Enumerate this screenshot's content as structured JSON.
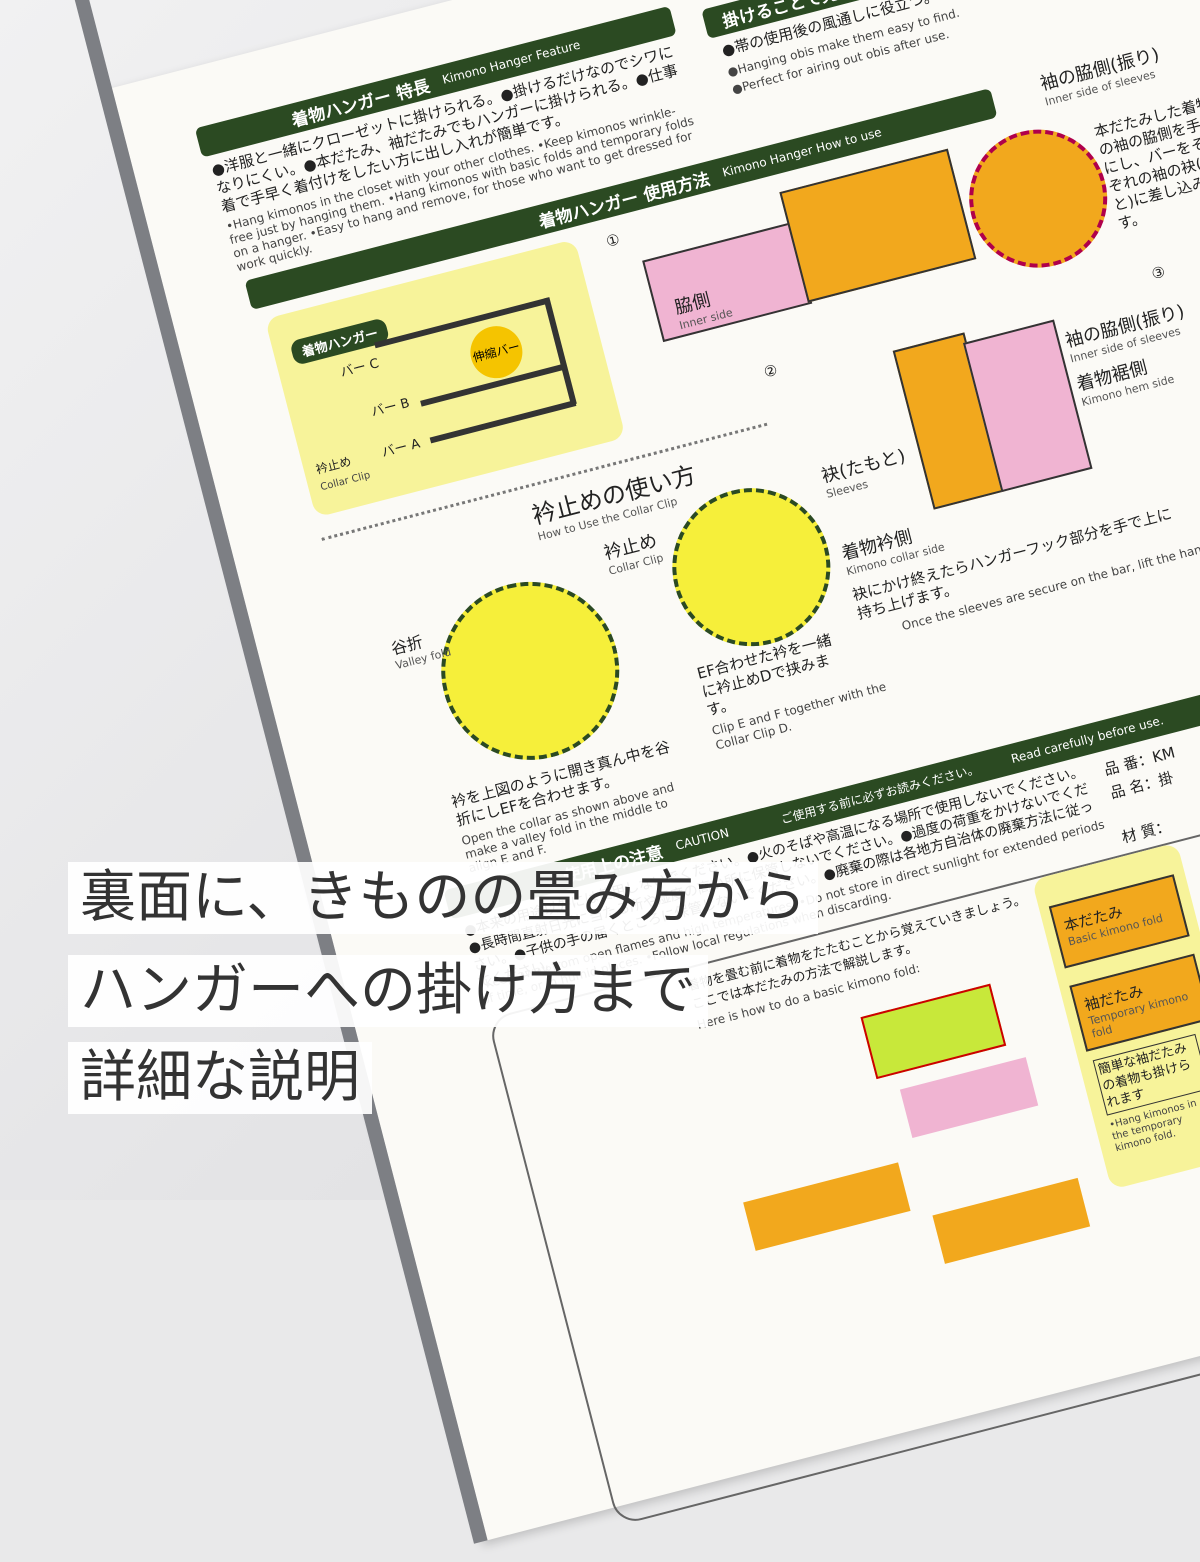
{
  "sheet": {
    "top_right": {
      "bar": "掛けることで見…",
      "lines": [
        "●帯の使用後の風通しに役立つ。",
        "●Hanging obis make them easy to find.",
        "●Perfect for airing out obis after use."
      ]
    },
    "feature": {
      "title": "着物ハンガー 特長",
      "title_en": "Kimono Hanger Feature",
      "text_ja": "●洋服と一緒にクローゼットに掛けられる。●掛けるだけなのでシワになりにくい。●本だたみ、袖だたみでもハンガーに掛けられる。●仕事着で手早く着付けをしたい方に出し入れが簡単です。",
      "text_en": "•Hang kimonos in the closet with your other clothes. •Keep kimonos wrinkle-free just by hanging them. •Hang kimonos with basic folds and temporary folds on a hanger. •Easy to hang and remove, for those who want to get dressed for work quickly."
    },
    "howto": {
      "title": "着物ハンガー 使用方法",
      "title_en": "Kimono Hanger How to use",
      "hanger_box": {
        "title": "着物ハンガー",
        "bar_c": "バー C",
        "bar_b": "バー B",
        "bar_a": "バー A",
        "telescopic": "伸縮バー",
        "collar_clip": "衿止め",
        "collar_clip_en": "Collar Clip"
      },
      "step1": {
        "num": "①",
        "label": "脇側",
        "label_en": "Inner side"
      },
      "step2": {
        "num": "②",
        "sleeve": "袂(たもと)",
        "sleeve_en": "Sleeves",
        "inner": "袖の脇側(振り)",
        "inner_en": "Inner side of sleeves",
        "hem": "着物裾側",
        "hem_en": "Kimono hem side",
        "collar": "着物衿側",
        "collar_en": "Kimono collar side",
        "note": "袂にかけ終えたらハンガーフック部分を手で上に持ち上げます。",
        "note_en": "Once the sleeves are secure on the bar, lift the hanger."
      },
      "step3": {
        "num": "③"
      },
      "right": {
        "title": "袖の脇側(振り)",
        "title_en": "Inner side of sleeves",
        "text": "本だたみした着物の袖の脇側を手前にし、バーをそれぞれの袖の袂(たもと)に差し込みます。"
      }
    },
    "collar": {
      "title": "衿止めの使い方",
      "title_en": "How to Use the Collar Clip",
      "valley": "谷折",
      "valley_en": "Valley fold",
      "clip": "衿止め",
      "clip_en": "Collar Clip",
      "note1": "衿を上図のように開き真ん中を谷折にしEFを合わせます。",
      "note1_en": "Open the collar as shown above and make a valley fold in the middle to align E and F.",
      "note2": "EF合わせた衿を一緒に衿止めDで挟みます。",
      "note2_en": "Clip E and F together with the Collar Clip D."
    },
    "caution": {
      "title": "使用上の注意",
      "title_en": "CAUTION",
      "read": "ご使用する前に必ずお読みください。",
      "read_en": "Read carefully before use.",
      "text": "●本来の用途以外には使用しないでください。●火のそばや高温になる場所で使用しないでください。●長時間直射日光に当たる所や湿度の高い所に保管しないでください。●過度の荷重をかけないでください。●子供の手の届くところに保管しないでください。●廃棄の際は各地方自治体の廃棄方法に従ってください。",
      "text_en": "•Keep away from open flames and high temperatures. •Do not store in direct sunlight for extended periods of time, or in humid places. •Follow local regulations when discarding."
    },
    "product": {
      "no": "品 番：KM",
      "name": "品 名：掛",
      "material": "材 質："
    },
    "fold": {
      "intro": "着物を畳む前に着物をたたむことから覚えていきましょう。ここでは本だたみの方法で解説します。",
      "intro_en": "Here is how to do a basic kimono fold:",
      "basic": "本だたみ",
      "basic_en": "Basic kimono fold",
      "temp": "袖だたみ",
      "temp_en": "Temporary kimono fold",
      "easy": "簡単な袖だたみの着物も掛けられます",
      "easy_en": "•Hang kimonos in the temporary kimono fold."
    }
  },
  "overlay": {
    "line1": "裏面に、きものの畳み方から",
    "line2": "ハンガーへの掛け方まで",
    "line3": "詳細な説明"
  },
  "colors": {
    "green": "#2b4a22",
    "yellow": "#f7f39a",
    "orange": "#f2a81d",
    "pink": "#f0b4d2"
  }
}
